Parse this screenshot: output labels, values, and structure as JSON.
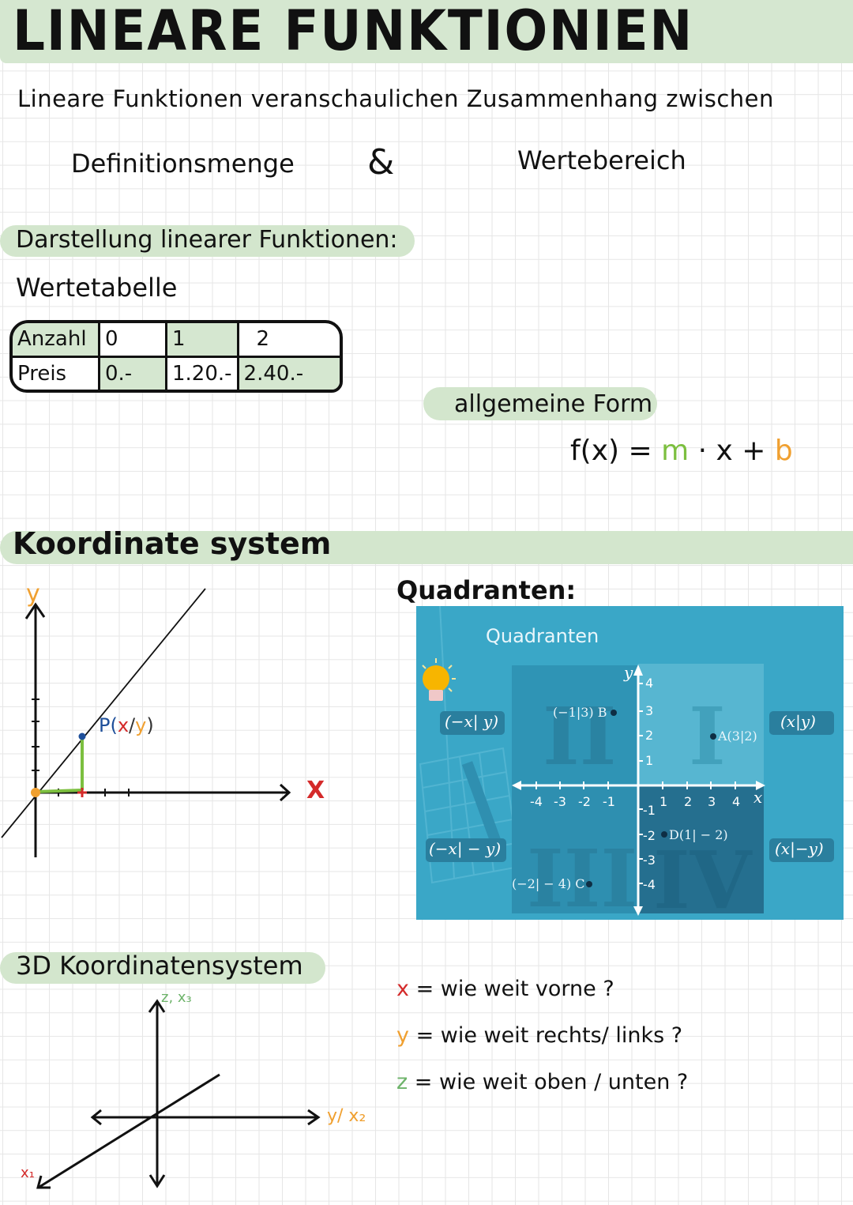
{
  "page": {
    "title": "LINEARE FUNKTIONIEN",
    "intro": "Lineare Funktionen veranschaulichen Zusammenhang zwischen",
    "definition_term": "Definitionsmenge",
    "ampersand": "&",
    "range_term": "Wertebereich"
  },
  "darstellung": {
    "heading": "Darstellung linearer Funktionen:",
    "subheading": "Wertetabelle",
    "table": {
      "rows": [
        {
          "label": "Anzahl",
          "values": [
            "0",
            "1",
            "2"
          ]
        },
        {
          "label": "Preis",
          "values": [
            "0.-",
            "1.20.-",
            "2.40.-"
          ]
        }
      ]
    }
  },
  "allgemeine_form": {
    "heading": "allgemeine Form",
    "formula": {
      "prefix": "f(x) = ",
      "m": "m",
      "mid": " · x + ",
      "b": "b"
    },
    "colors": {
      "m": "#7cbf3f",
      "b": "#f0a030"
    }
  },
  "koordinatensystem": {
    "heading": "Koordinate system",
    "graph": {
      "y_label": "y",
      "x_label": "X",
      "point_label": {
        "p": "P(",
        "x": "x",
        "slash": "/",
        "y": "y",
        "close": ")"
      }
    },
    "colors": {
      "x": "#d42a2a",
      "y": "#f0a030",
      "point": "#1e4f9a",
      "legs": "#7cbf3f"
    }
  },
  "quadranten": {
    "heading": "Quadranten:",
    "image": {
      "title": "Quadranten",
      "axis_x": "x",
      "axis_y": "y",
      "x_ticks": [
        "-4",
        "-3",
        "-2",
        "-1",
        "1",
        "2",
        "3",
        "4"
      ],
      "y_ticks": [
        "4",
        "3",
        "2",
        "1",
        "-1",
        "-2",
        "-3",
        "-4"
      ],
      "quadrant_numerals": [
        "I",
        "II",
        "III",
        "IV"
      ],
      "sign_labels": {
        "q1": "(x|y)",
        "q2": "(−x| y)",
        "q3": "(−x| − y)",
        "q4": "(x|−y)"
      },
      "points": [
        {
          "name": "A",
          "label": "A(3|2)",
          "x": 3,
          "y": 2
        },
        {
          "name": "B",
          "label": "(−1|3) B",
          "x": -1,
          "y": 3
        },
        {
          "name": "C",
          "label": "(−2| − 4) C",
          "x": -2,
          "y": -4
        },
        {
          "name": "D",
          "label": "D(1| − 2)",
          "x": 1,
          "y": -2
        }
      ]
    }
  },
  "dreid": {
    "heading": "3D Koordinatensystem",
    "axis_z": "z, x₃",
    "axis_y": "y/ x₂",
    "axis_x": "x₁",
    "questions": [
      {
        "var": "x",
        "text": "= wie weit vorne ?",
        "color": "#d42a2a"
      },
      {
        "var": "y",
        "text": "= wie weit rechts/ links ?",
        "color": "#f0a030"
      },
      {
        "var": "z",
        "text": "= wie weit oben / unten ?",
        "color": "#6db36a"
      }
    ]
  }
}
